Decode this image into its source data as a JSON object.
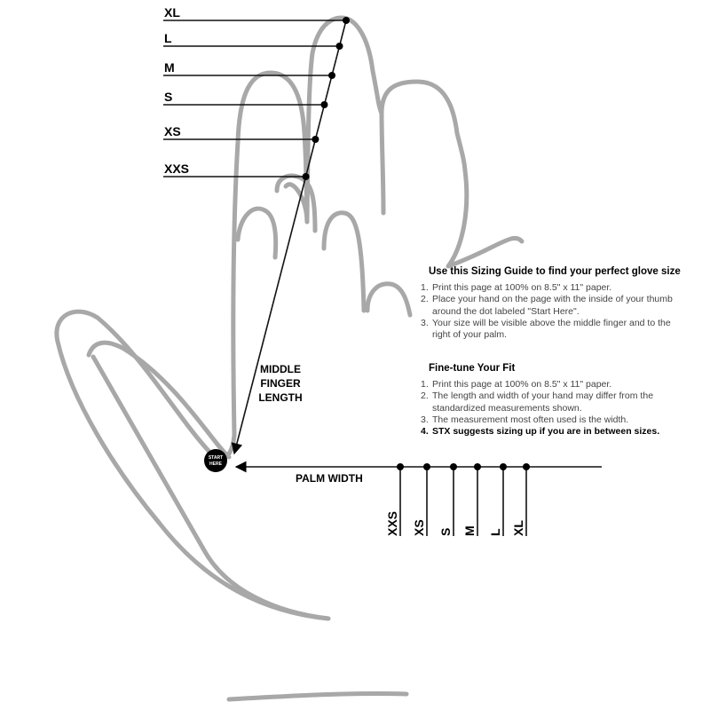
{
  "finger_length": {
    "label_lines": [
      "MIDDLE",
      "FINGER",
      "LENGTH"
    ],
    "sizes": [
      "XL",
      "L",
      "M",
      "S",
      "XS",
      "XXS"
    ]
  },
  "palm_width": {
    "label": "PALM WIDTH",
    "sizes": [
      "XXS",
      "XS",
      "S",
      "M",
      "L",
      "XL"
    ]
  },
  "start_dot": {
    "line1": "START",
    "line2": "HERE"
  },
  "guide": {
    "title": "Use this Sizing Guide to find your perfect glove size",
    "items": [
      {
        "num": "1.",
        "text": "Print this page at 100% on 8.5\" x 11\" paper."
      },
      {
        "num": "2.",
        "text": "Place your hand on the page with the inside of your thumb around the dot labeled \"Start Here\"."
      },
      {
        "num": "3.",
        "text": "Your size will be visible above the middle finger and to the right of your palm."
      }
    ]
  },
  "fit": {
    "title": "Fine-tune Your Fit",
    "items": [
      {
        "num": "1.",
        "text": "Print this page at 100% on 8.5\" x 11\" paper."
      },
      {
        "num": "2.",
        "text": "The length and width of your hand may differ from the standardized measurements shown."
      },
      {
        "num": "3.",
        "text": "The measurement most often used is the width."
      },
      {
        "num": "4.",
        "text": "STX suggests sizing up if you are in between sizes."
      }
    ]
  },
  "colors": {
    "hand_outline": "#a8a8a8",
    "ink": "#000000"
  }
}
